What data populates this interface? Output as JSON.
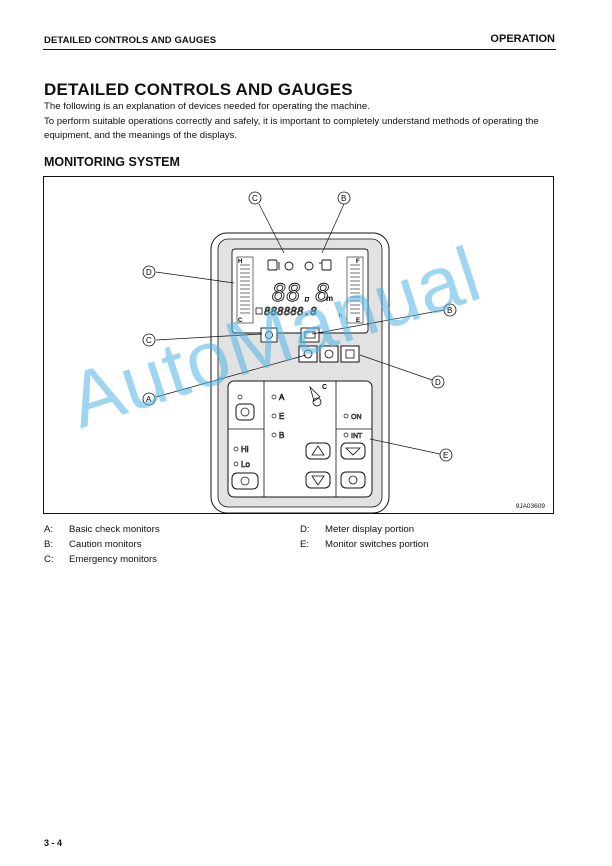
{
  "header": {
    "section": "DETAILED CONTROLS AND GAUGES",
    "chapter": "OPERATION"
  },
  "title": "DETAILED CONTROLS AND GAUGES",
  "intro": {
    "line1": "The following is an explanation of devices needed for operating the machine.",
    "line2": "To perform suitable operations correctly and safely, it is important to completely understand methods of operating the equipment, and the meanings of the displays."
  },
  "subtitle": "MONITORING SYSTEM",
  "figure": {
    "code": "9JA03609",
    "callouts": {
      "a": "A",
      "b": "B",
      "c": "C",
      "d": "D",
      "e": "E"
    },
    "lcd": {
      "main": "88.8",
      "unit": "m",
      "sub": "888888.8",
      "sub_unit": "h",
      "left_h": "H",
      "left_c": "C",
      "right_f": "F",
      "right_e": "E"
    },
    "panel": {
      "modes": {
        "a": "A",
        "e": "E",
        "b": "B"
      },
      "speed": {
        "hi": "Hi",
        "lo": "Lo"
      },
      "wiper": {
        "on": "ON",
        "int": "INT"
      },
      "c_mark": "C"
    }
  },
  "legend": {
    "left": [
      {
        "key": "A:",
        "text": "Basic check monitors"
      },
      {
        "key": "B:",
        "text": "Caution monitors"
      },
      {
        "key": "C:",
        "text": "Emergency monitors"
      }
    ],
    "right": [
      {
        "key": "D:",
        "text": "Meter display portion"
      },
      {
        "key": "E:",
        "text": "Monitor switches portion"
      }
    ]
  },
  "watermark": "AutoManual",
  "page_number": "3 - 4",
  "colors": {
    "watermark": "#4fb3e6",
    "panel_gray": "#d9d9d9"
  }
}
